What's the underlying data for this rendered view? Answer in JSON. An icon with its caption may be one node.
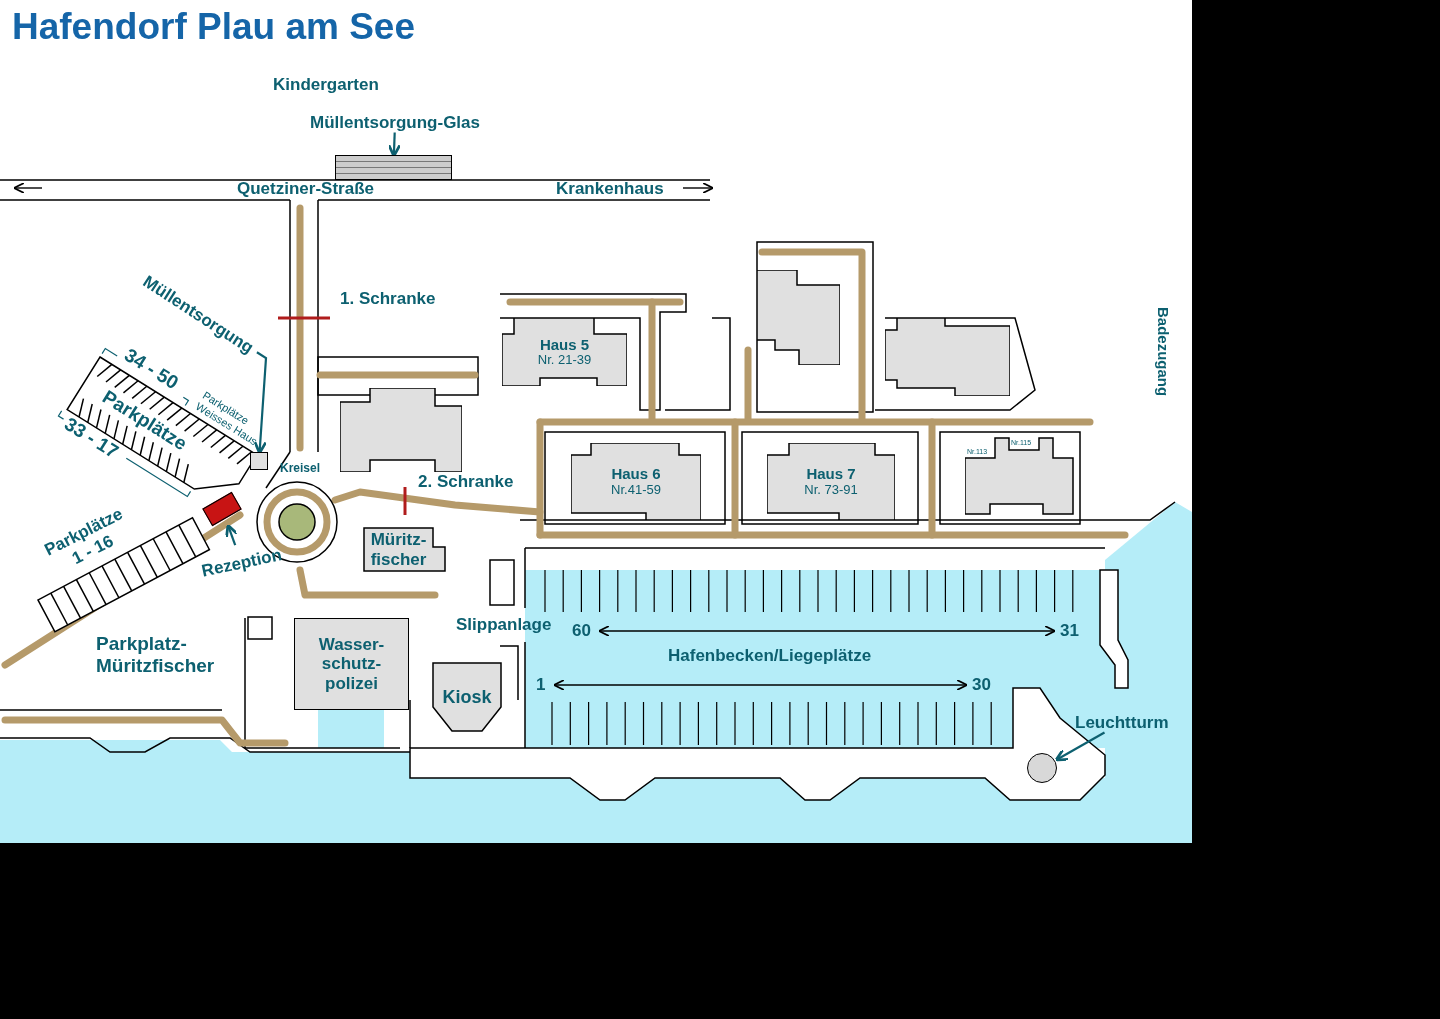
{
  "diagram": {
    "title": "Hafendorf Plau am See",
    "nodes": [
      {
        "text": [
          "Müllentsorgung-Glas"
        ]
      },
      {
        "text": [],
        "shape": "box"
      },
      {
        "text": [
          "Müllentsorgung"
        ]
      },
      {
        "text": [],
        "shape": "box"
      },
      {
        "text": [
          "Haus 5",
          "Nr. 21-39"
        ]
      },
      {
        "text": [],
        "shape": "box"
      },
      {
        "text": [],
        "shape": "box"
      },
      {
        "text": [],
        "shape": "box"
      },
      {
        "text": [
          "Haus 6",
          "Nr.41-59"
        ]
      },
      {
        "text": [
          "Haus 7",
          "Nr. 73-91"
        ]
      },
      {
        "text": [
          "Nr.113",
          "Nr.115"
        ]
      },
      {
        "text": [],
        "shape": "box"
      },
      {
        "text": [
          "Müritz- fischer"
        ]
      },
      {
        "text": [
          "Rezeption"
        ]
      },
      {
        "text": [
          "Wasser- schutz- polizei"
        ]
      },
      {
        "text": [
          "Kiosk"
        ]
      },
      {
        "text": [
          "Leuchtturm"
        ]
      },
      {
        "text": [],
        "shape": "circle"
      }
    ],
    "edges": [
      {
        "from": 0,
        "to": 1,
        "arrow": "to"
      },
      {
        "from": 2,
        "to": 3,
        "arrow": "to"
      },
      {
        "from": 13,
        "to": 11,
        "arrow": "to"
      },
      {
        "from": 16,
        "to": 17,
        "arrow": "to"
      }
    ],
    "labels": [
      "Kindergarten",
      "Quetziner-Straße",
      "Krankenhaus",
      "1. Schranke",
      "34 - 50",
      "Parkplätze",
      "33 - 17",
      "Parkplätze Weisses Haus",
      "Kreisel",
      "2. Schranke",
      "Parkplätze 1 - 16",
      "Parkplatz- Müritzfischer",
      "Slippanlage",
      "60",
      "31",
      "Hafenbecken/Liegeplätze",
      "1",
      "30",
      "Badezugang"
    ]
  }
}
